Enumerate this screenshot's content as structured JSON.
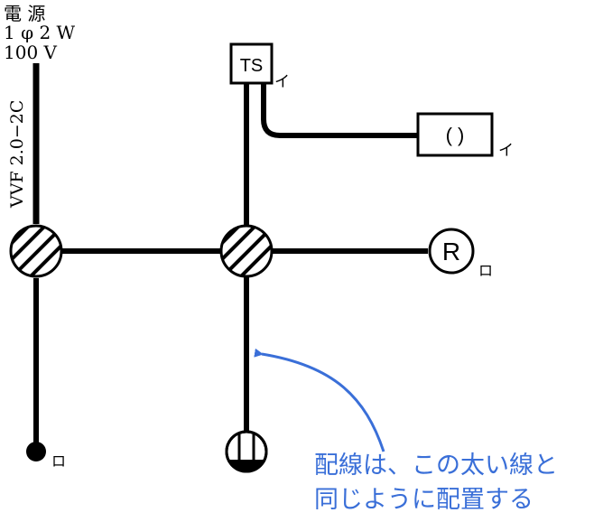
{
  "power": {
    "line1": "電 源",
    "line2": "1 φ 2 W",
    "line3": "100 V"
  },
  "cable_label": "VVF 2.0−2C",
  "switch_label": "TS",
  "switch_code": "イ",
  "outlet_label": "( )",
  "outlet_code": "イ",
  "receptacle_label": "R",
  "receptacle_code": "ロ",
  "pilot_code": "ロ",
  "callout": {
    "line1": "配線は、この太い線と",
    "line2": "同じように配置する",
    "color": "#3a6fd8"
  },
  "wire_color": "#000000"
}
